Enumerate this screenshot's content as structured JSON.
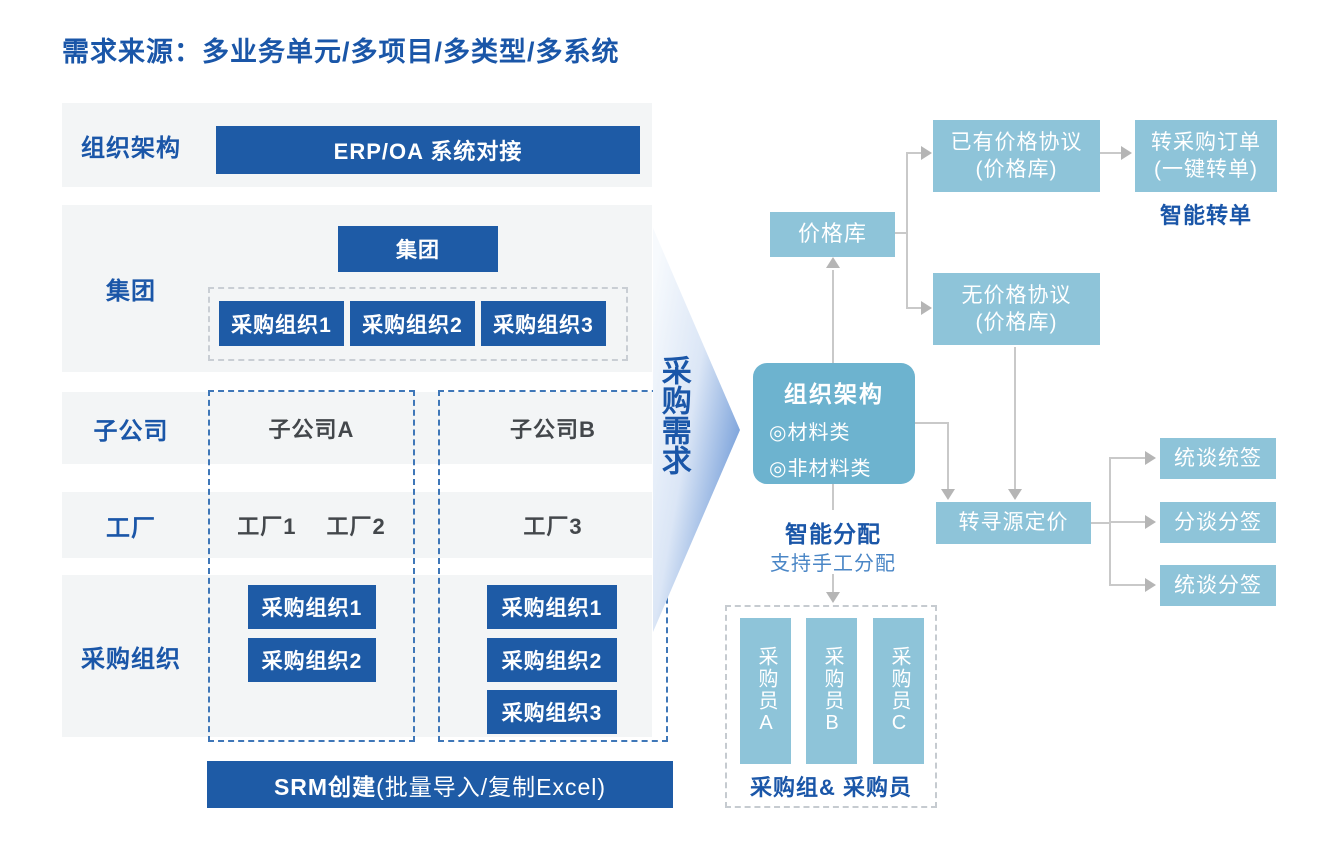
{
  "title": "需求来源：多业务单元/多项目/多类型/多系统",
  "colors": {
    "dark_blue": "#1e5ba6",
    "heading_blue": "#1a56a8",
    "light_blue": "#8ec4d9",
    "teal_blue": "#6db3cf",
    "connector_gray": "#c9c9c9",
    "row_bg": "#f3f5f6",
    "dashed_blue": "#3f77b8",
    "text_dark": "#43474b",
    "medium_blue": "#4a86c6"
  },
  "left_panel": {
    "rows": [
      {
        "label": "组织架构",
        "button": "ERP/OA 系统对接"
      },
      {
        "label": "集团",
        "button": "集团",
        "orgs": [
          "采购组织1",
          "采购组织2",
          "采购组织3"
        ]
      },
      {
        "label": "子公司",
        "col_a": "子公司A",
        "col_b": "子公司B"
      },
      {
        "label": "工厂",
        "col_a": [
          "工厂1",
          "工厂2"
        ],
        "col_b": "工厂3"
      },
      {
        "label": "采购组织",
        "col_a": [
          "采购组织1",
          "采购组织2"
        ],
        "col_b": [
          "采购组织1",
          "采购组织2",
          "采购组织3"
        ]
      }
    ],
    "footer": {
      "bold": "SRM创建",
      "rest": "(批量导入/复制Excel)"
    }
  },
  "arrow": {
    "label": "采购需求"
  },
  "flow": {
    "price_db": "价格库",
    "has_agreement": {
      "line1": "已有价格协议",
      "line2": "(价格库)"
    },
    "to_po": {
      "line1": "转采购订单",
      "line2": "(一键转单)"
    },
    "smart_transfer": "智能转单",
    "no_agreement": {
      "line1": "无价格协议",
      "line2": "(价格库)"
    },
    "org_box": {
      "title": "组织架构",
      "item1": "◎材料类",
      "item2": "◎非材料类"
    },
    "smart_assign": "智能分配",
    "manual_assign": "支持手工分配",
    "to_sourcing": "转寻源定价",
    "sign_modes": [
      "统谈统签",
      "分谈分签",
      "统谈分签"
    ],
    "buyers": [
      "采购员A",
      "采购员B",
      "采购员C"
    ],
    "buyer_group_label": "采购组& 采购员"
  }
}
